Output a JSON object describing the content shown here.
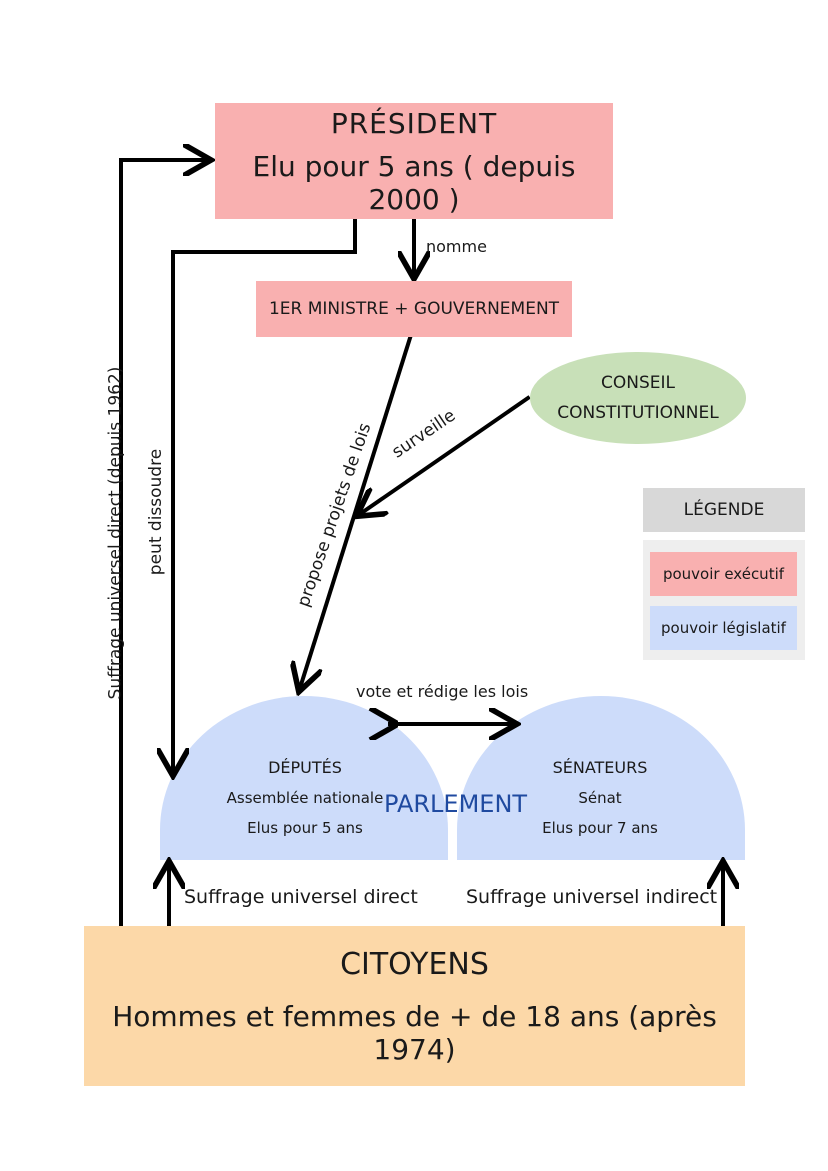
{
  "president": {
    "title": "PRÉSIDENT",
    "subtitle": "Elu pour 5 ans  ( depuis 2000 )"
  },
  "ministre": {
    "label": "1ER MINISTRE + GOUVERNEMENT"
  },
  "conseil": {
    "line1": "CONSEIL",
    "line2": "CONSTITUTIONNEL"
  },
  "arrows": {
    "nomme": "nomme",
    "surveille": "surveille",
    "propose": "propose projets de lois",
    "vote": "vote et rédige les lois",
    "suffrage_president": "Suffrage universel direct (depuis 1962)",
    "dissoudre": "peut dissoudre",
    "suffrage_direct": "Suffrage universel direct",
    "suffrage_indirect": "Suffrage universel indirect"
  },
  "parlement": {
    "label": "PARLEMENT",
    "deputes": {
      "title": "DÉPUTÉS",
      "line1": "Assemblée nationale",
      "line2": "Elus pour 5 ans"
    },
    "senateurs": {
      "title": "SÉNATEURS",
      "line1": "Sénat",
      "line2": "Elus pour 7 ans"
    }
  },
  "citoyens": {
    "title": "CITOYENS",
    "subtitle": "Hommes et femmes de + de 18 ans (après 1974)"
  },
  "legend": {
    "title": "LÉGENDE",
    "items": [
      {
        "label": "pouvoir exécutif",
        "color": "#f9b0b0"
      },
      {
        "label": "pouvoir législatif",
        "color": "#cddcfa"
      }
    ]
  },
  "colors": {
    "executive": "#f9b0b0",
    "legislative": "#cddcfa",
    "citizens": "#fcd8a8",
    "council": "#c8e0b8",
    "legend_bg": "#eeeeee"
  }
}
